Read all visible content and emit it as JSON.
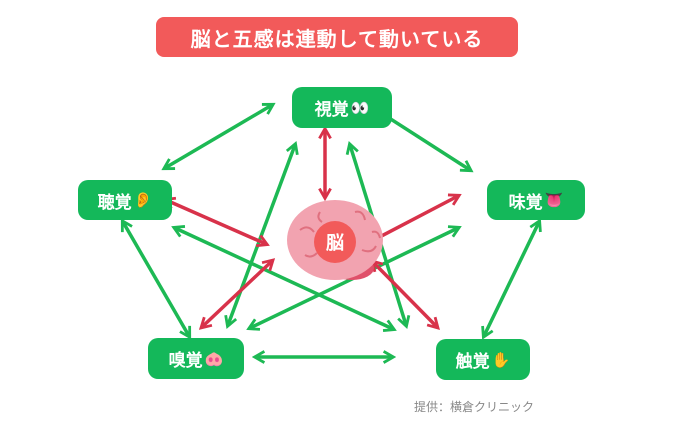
{
  "title": "脳と五感は連動して動いている",
  "center": "脳",
  "senses": {
    "sight": {
      "label": "視覚",
      "emoji": "👀"
    },
    "hearing": {
      "label": "聴覚",
      "emoji": "👂"
    },
    "taste": {
      "label": "味覚",
      "emoji": "👅"
    },
    "smell": {
      "label": "嗅覚",
      "emoji": "🐽"
    },
    "touch": {
      "label": "触覚",
      "emoji": "✋"
    }
  },
  "credit": "提供：横倉クリニック",
  "colors": {
    "green": "#1db954",
    "red": "#d8324a",
    "title_bg": "#f25a5a",
    "node_bg": "#14b85a"
  }
}
